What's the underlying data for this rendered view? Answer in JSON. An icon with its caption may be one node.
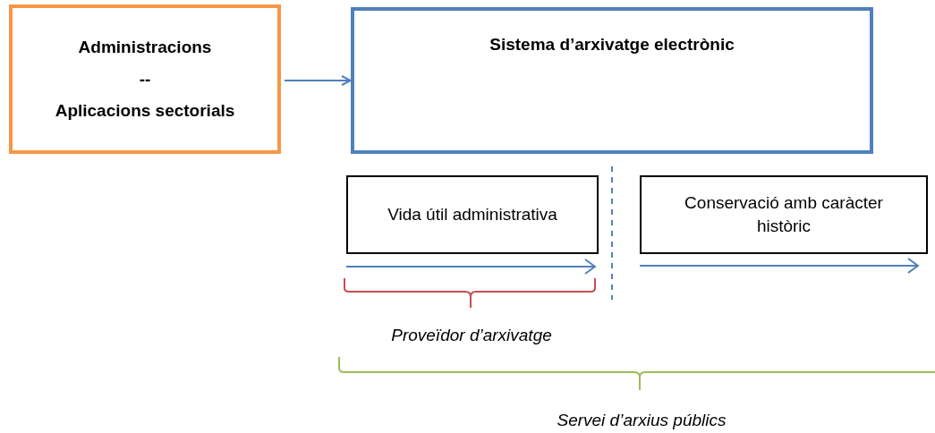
{
  "diagram": {
    "nodes": [
      {
        "text": [
          "Administracions",
          "--",
          "Aplicacions sectorials"
        ]
      },
      {
        "text": [
          "Sistema d’arxivatge electrònic"
        ]
      },
      {
        "text": [
          "Vida útil administrativa"
        ]
      },
      {
        "text": [
          "Conservació amb caràcter històric"
        ]
      }
    ],
    "edges": [
      {
        "from": 0,
        "to": 1,
        "arrow": "to"
      }
    ],
    "labels": [
      "Proveïdor d’arxivatge",
      "Servei d’arxius públics"
    ]
  }
}
